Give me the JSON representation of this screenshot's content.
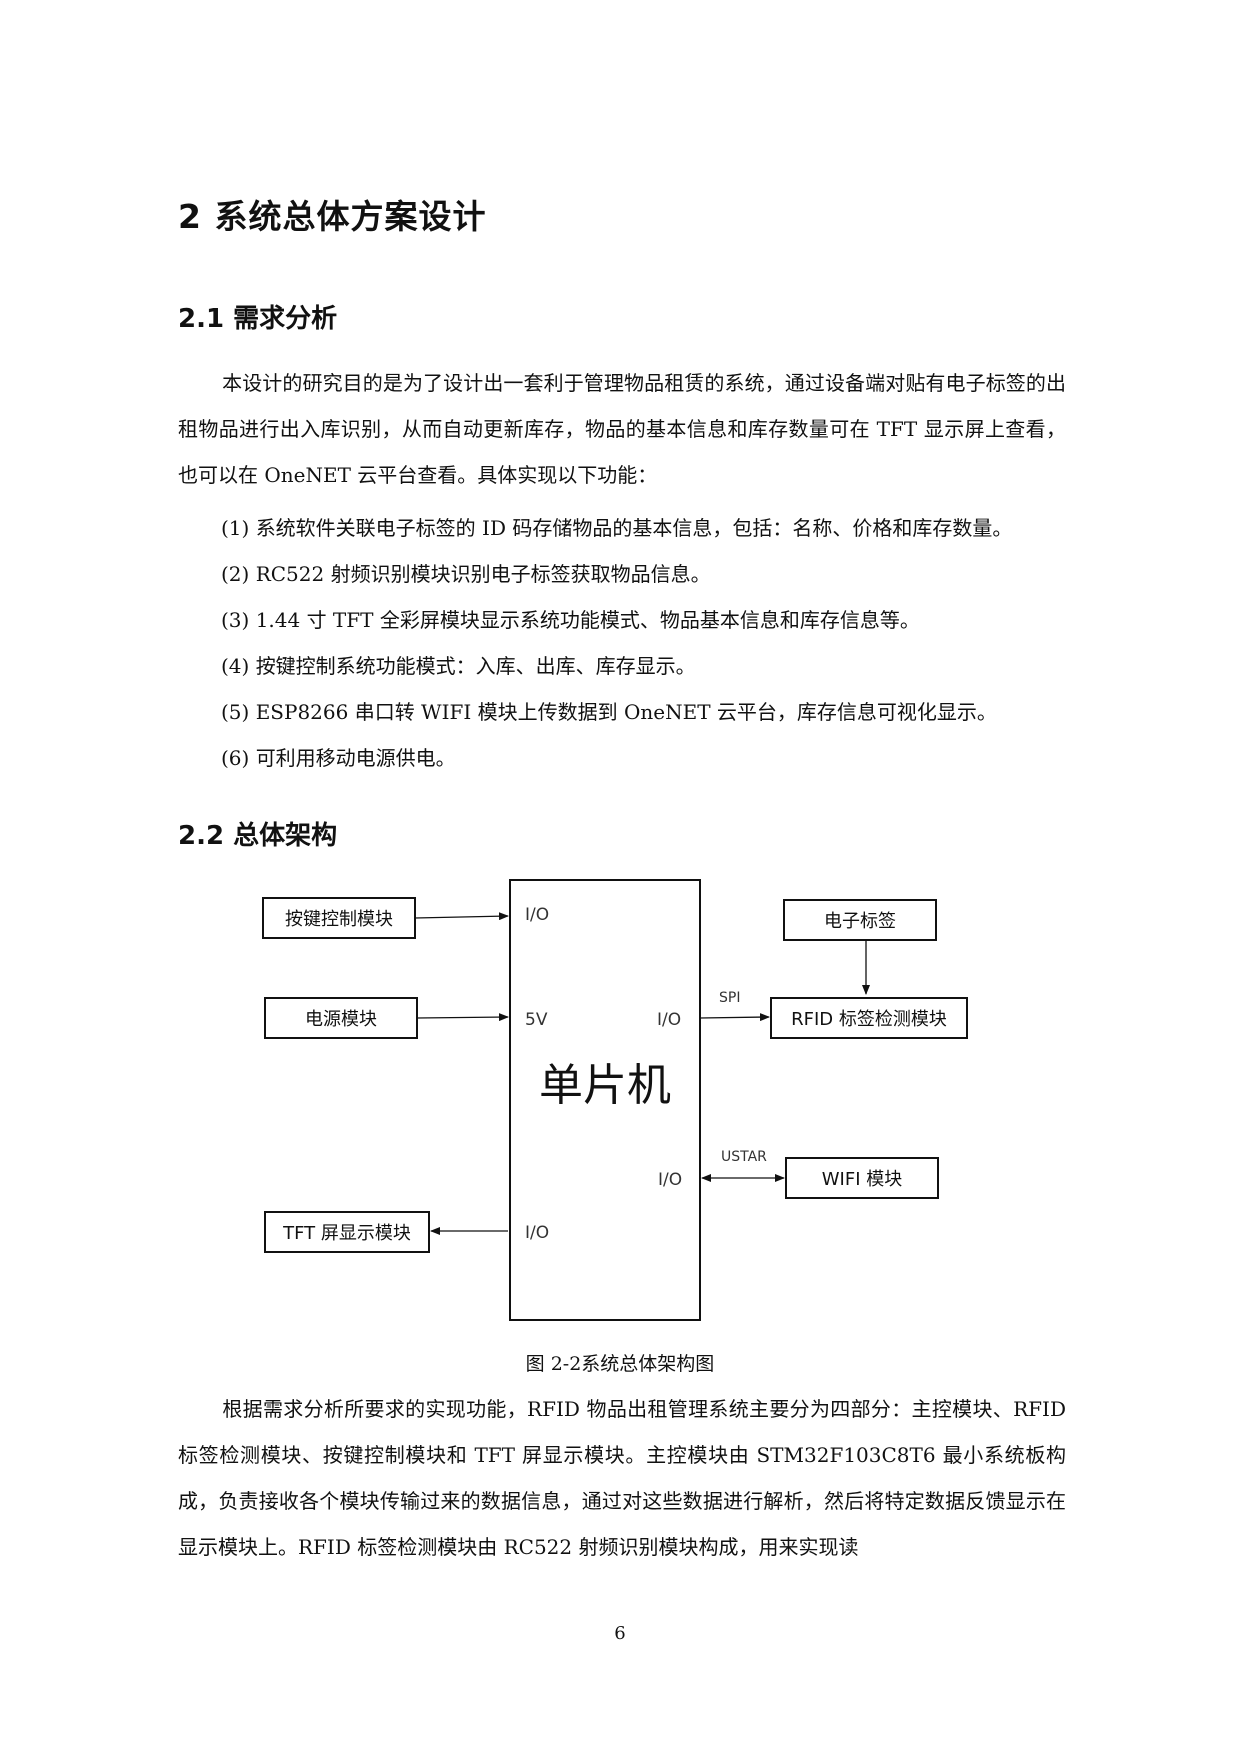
{
  "chapter_title": "2 系统总体方案设计",
  "sections": {
    "s21_title": "2.1 需求分析",
    "s22_title": "2.2 总体架构"
  },
  "intro_paragraph": "本设计的研究目的是为了设计出一套利于管理物品租赁的系统，通过设备端对贴有电子标签的出租物品进行出入库识别，从而自动更新库存，物品的基本信息和库存数量可在 TFT 显示屏上查看，也可以在 OneNET 云平台查看。具体实现以下功能：",
  "items": [
    "(1) 系统软件关联电子标签的 ID 码存储物品的基本信息，包括：名称、价格和库存数量。",
    "(2) RC522 射频识别模块识别电子标签获取物品信息。",
    "(3) 1.44 寸 TFT 全彩屏模块显示系统功能模式、物品基本信息和库存信息等。",
    "(4) 按键控制系统功能模式：入库、出库、库存显示。",
    "(5) ESP8266 串口转 WIFI 模块上传数据到 OneNET 云平台，库存信息可视化显示。",
    "(6) 可利用移动电源供电。"
  ],
  "diagram": {
    "mcu_label": "单片机",
    "blocks": {
      "key_module": "按键控制模块",
      "power_module": "电源模块",
      "tft_module": "TFT 屏显示模块",
      "tag": "电子标签",
      "rfid_module": "RFID 标签检测模块",
      "wifi_module": "WIFI 模块"
    },
    "ports": {
      "io_top_left": "I/O",
      "v5": "5V",
      "io_mid_right": "I/O",
      "io_low_right": "I/O",
      "io_bottom_left": "I/O"
    },
    "links": {
      "spi": "SPI",
      "ustar": "USTAR"
    }
  },
  "figure_caption": "图  2-2系统总体架构图",
  "body_paragraph": "根据需求分析所要求的实现功能，RFID 物品出租管理系统主要分为四部分：主控模块、RFID 标签检测模块、按键控制模块和 TFT 屏显示模块。主控模块由 STM32F103C8T6 最小系统板构成，负责接收各个模块传输过来的数据信息，通过对这些数据进行解析，然后将特定数据反馈显示在显示模块上。RFID 标签检测模块由 RC522 射频识别模块构成，用来实现读",
  "page_number": "6"
}
